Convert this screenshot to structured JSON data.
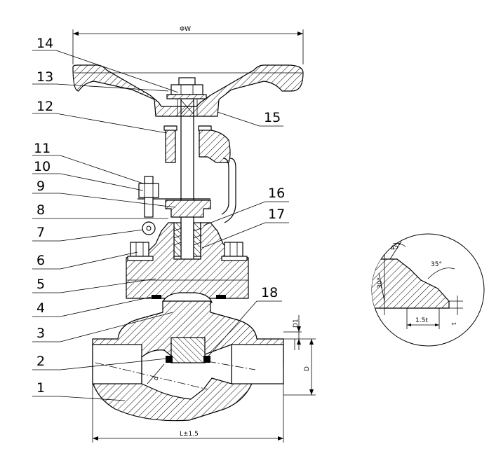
{
  "dimensions": {
    "handwheel_diameter": "ΦW",
    "length": "L±1.5",
    "bore": "D",
    "socket_depth": "D1",
    "seat": "d",
    "detail_width": "1.5t",
    "detail_height": "t"
  },
  "angles": {
    "a45": "45°",
    "a35": "35°",
    "a30": "30°"
  },
  "callouts": [
    "1",
    "2",
    "3",
    "4",
    "5",
    "6",
    "7",
    "8",
    "9",
    "10",
    "11",
    "12",
    "13",
    "14",
    "15",
    "16",
    "17",
    "18"
  ],
  "colors": {
    "line": "#000000",
    "background": "#ffffff"
  }
}
